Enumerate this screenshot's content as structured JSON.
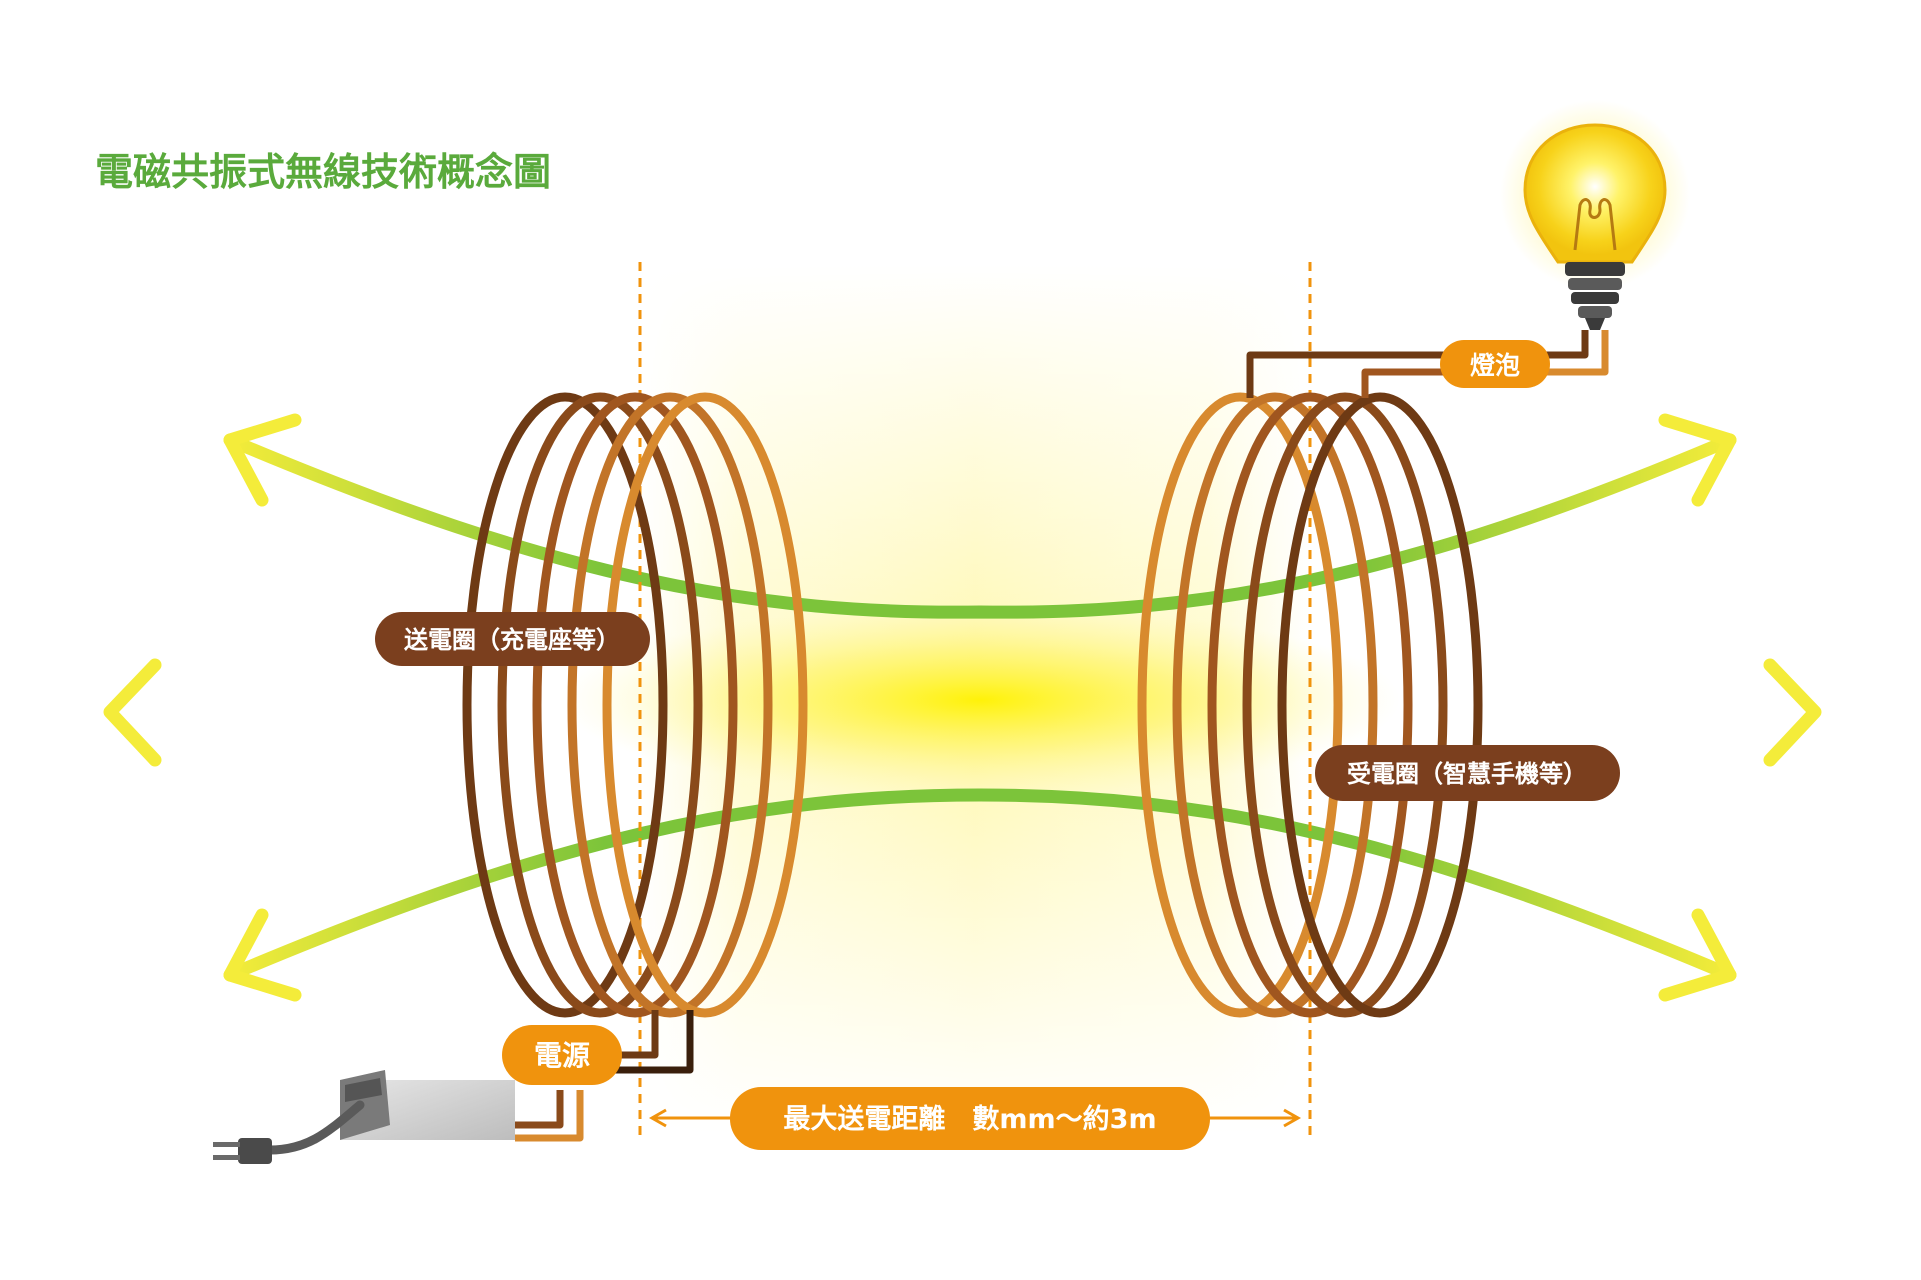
{
  "title": "電磁共振式無線技術概念圖",
  "labels": {
    "transmitter_coil": "送電圈（充電座等）",
    "receiver_coil": "受電圈（智慧手機等）",
    "bulb": "燈泡",
    "power_source": "電源",
    "distance": "最大送電距離　數mm～約3m"
  },
  "icons": {
    "bulb": "light-bulb-icon",
    "adapter": "power-adapter-icon",
    "plug": "plug-icon"
  },
  "colors": {
    "title_green": "#5aaa3c",
    "pill_brown": "#7b3f1e",
    "pill_orange": "#f0930d",
    "dashed_orange": "#f0930d",
    "coil_dark": "#6e3a14",
    "coil_mid": "#a0561f",
    "coil_light": "#d88a2e",
    "field_green": "#7cc43a",
    "field_yellow": "#f4ec3a",
    "glow_yellow": "#fff37a"
  }
}
